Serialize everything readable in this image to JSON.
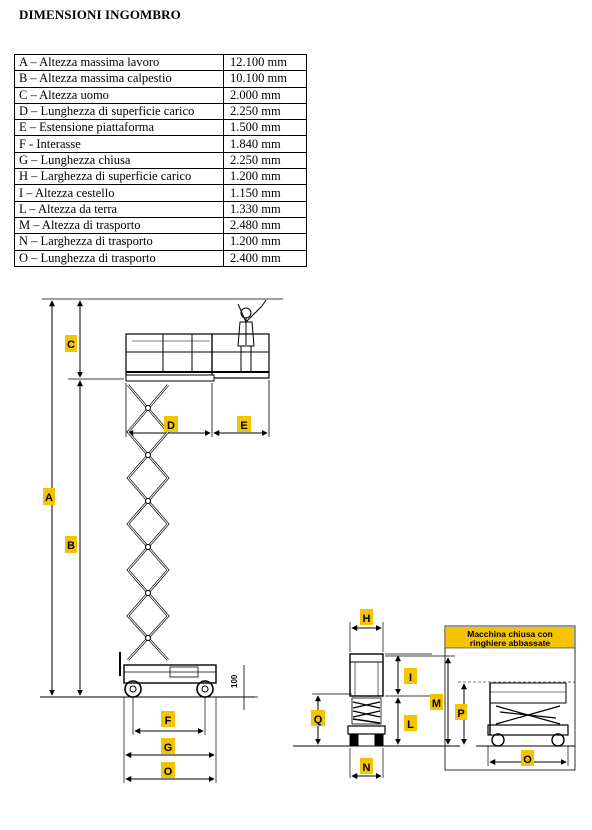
{
  "title": "DIMENSIONI INGOMBRO",
  "dimensions": [
    {
      "label": "A – Altezza massima lavoro",
      "value": "12.100 mm"
    },
    {
      "label": "B – Altezza massima calpestio",
      "value": "10.100 mm"
    },
    {
      "label": "C – Altezza uomo",
      "value": "2.000 mm"
    },
    {
      "label": "D – Lunghezza di superficie carico",
      "value": "2.250 mm"
    },
    {
      "label": "E – Estensione piattaforma",
      "value": "1.500 mm"
    },
    {
      "label": "F - Interasse",
      "value": "1.840 mm"
    },
    {
      "label": "G – Lunghezza chiusa",
      "value": "2.250 mm"
    },
    {
      "label": "H – Larghezza di superficie carico",
      "value": "1.200 mm"
    },
    {
      "label": "I – Altezza cestello",
      "value": "1.150 mm"
    },
    {
      "label": "L – Altezza da terra",
      "value": "1.330 mm"
    },
    {
      "label": "M – Altezza di trasporto",
      "value": "2.480 mm"
    },
    {
      "label": "N – Larghezza di trasporto",
      "value": "1.200 mm"
    },
    {
      "label": "O – Lunghezza di trasporto",
      "value": "2.400 mm"
    }
  ],
  "diagram": {
    "letters": {
      "A": "A",
      "B": "B",
      "C": "C",
      "D": "D",
      "E": "E",
      "F": "F",
      "G": "G",
      "H": "H",
      "I": "I",
      "L": "L",
      "M": "M",
      "N": "N",
      "O": "O",
      "P": "P",
      "Q": "Q"
    },
    "ground_clearance": "100",
    "closed_machine_caption_1": "Macchina chiusa con",
    "closed_machine_caption_2": "ringhiere abbassate",
    "label_color": "#f5c400",
    "line_color": "#000000"
  }
}
